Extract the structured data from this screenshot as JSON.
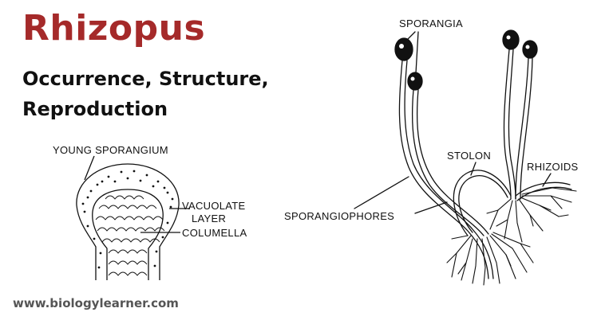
{
  "header": {
    "title": "Rhizopus",
    "subtitle_line1": "Occurrence, Structure,",
    "subtitle_line2": "Reproduction"
  },
  "sporangium_figure": {
    "label_young_sporangium": "YOUNG SPORANGIUM",
    "label_vacuolate": "VACUOLATE",
    "label_layer": "LAYER",
    "label_columella": "COLUMELLA"
  },
  "plant_figure": {
    "label_sporangia": "SPORANGIA",
    "label_stolon": "STOLON",
    "label_rhizoids": "RHIZOIDS",
    "label_sporangiophores": "SPORANGIOPHORES"
  },
  "footer": {
    "website": "www.biologylearner.com"
  },
  "colors": {
    "title": "#a52a2a",
    "subtitle": "#111111",
    "footer": "#555555",
    "line_art": "#111111"
  }
}
